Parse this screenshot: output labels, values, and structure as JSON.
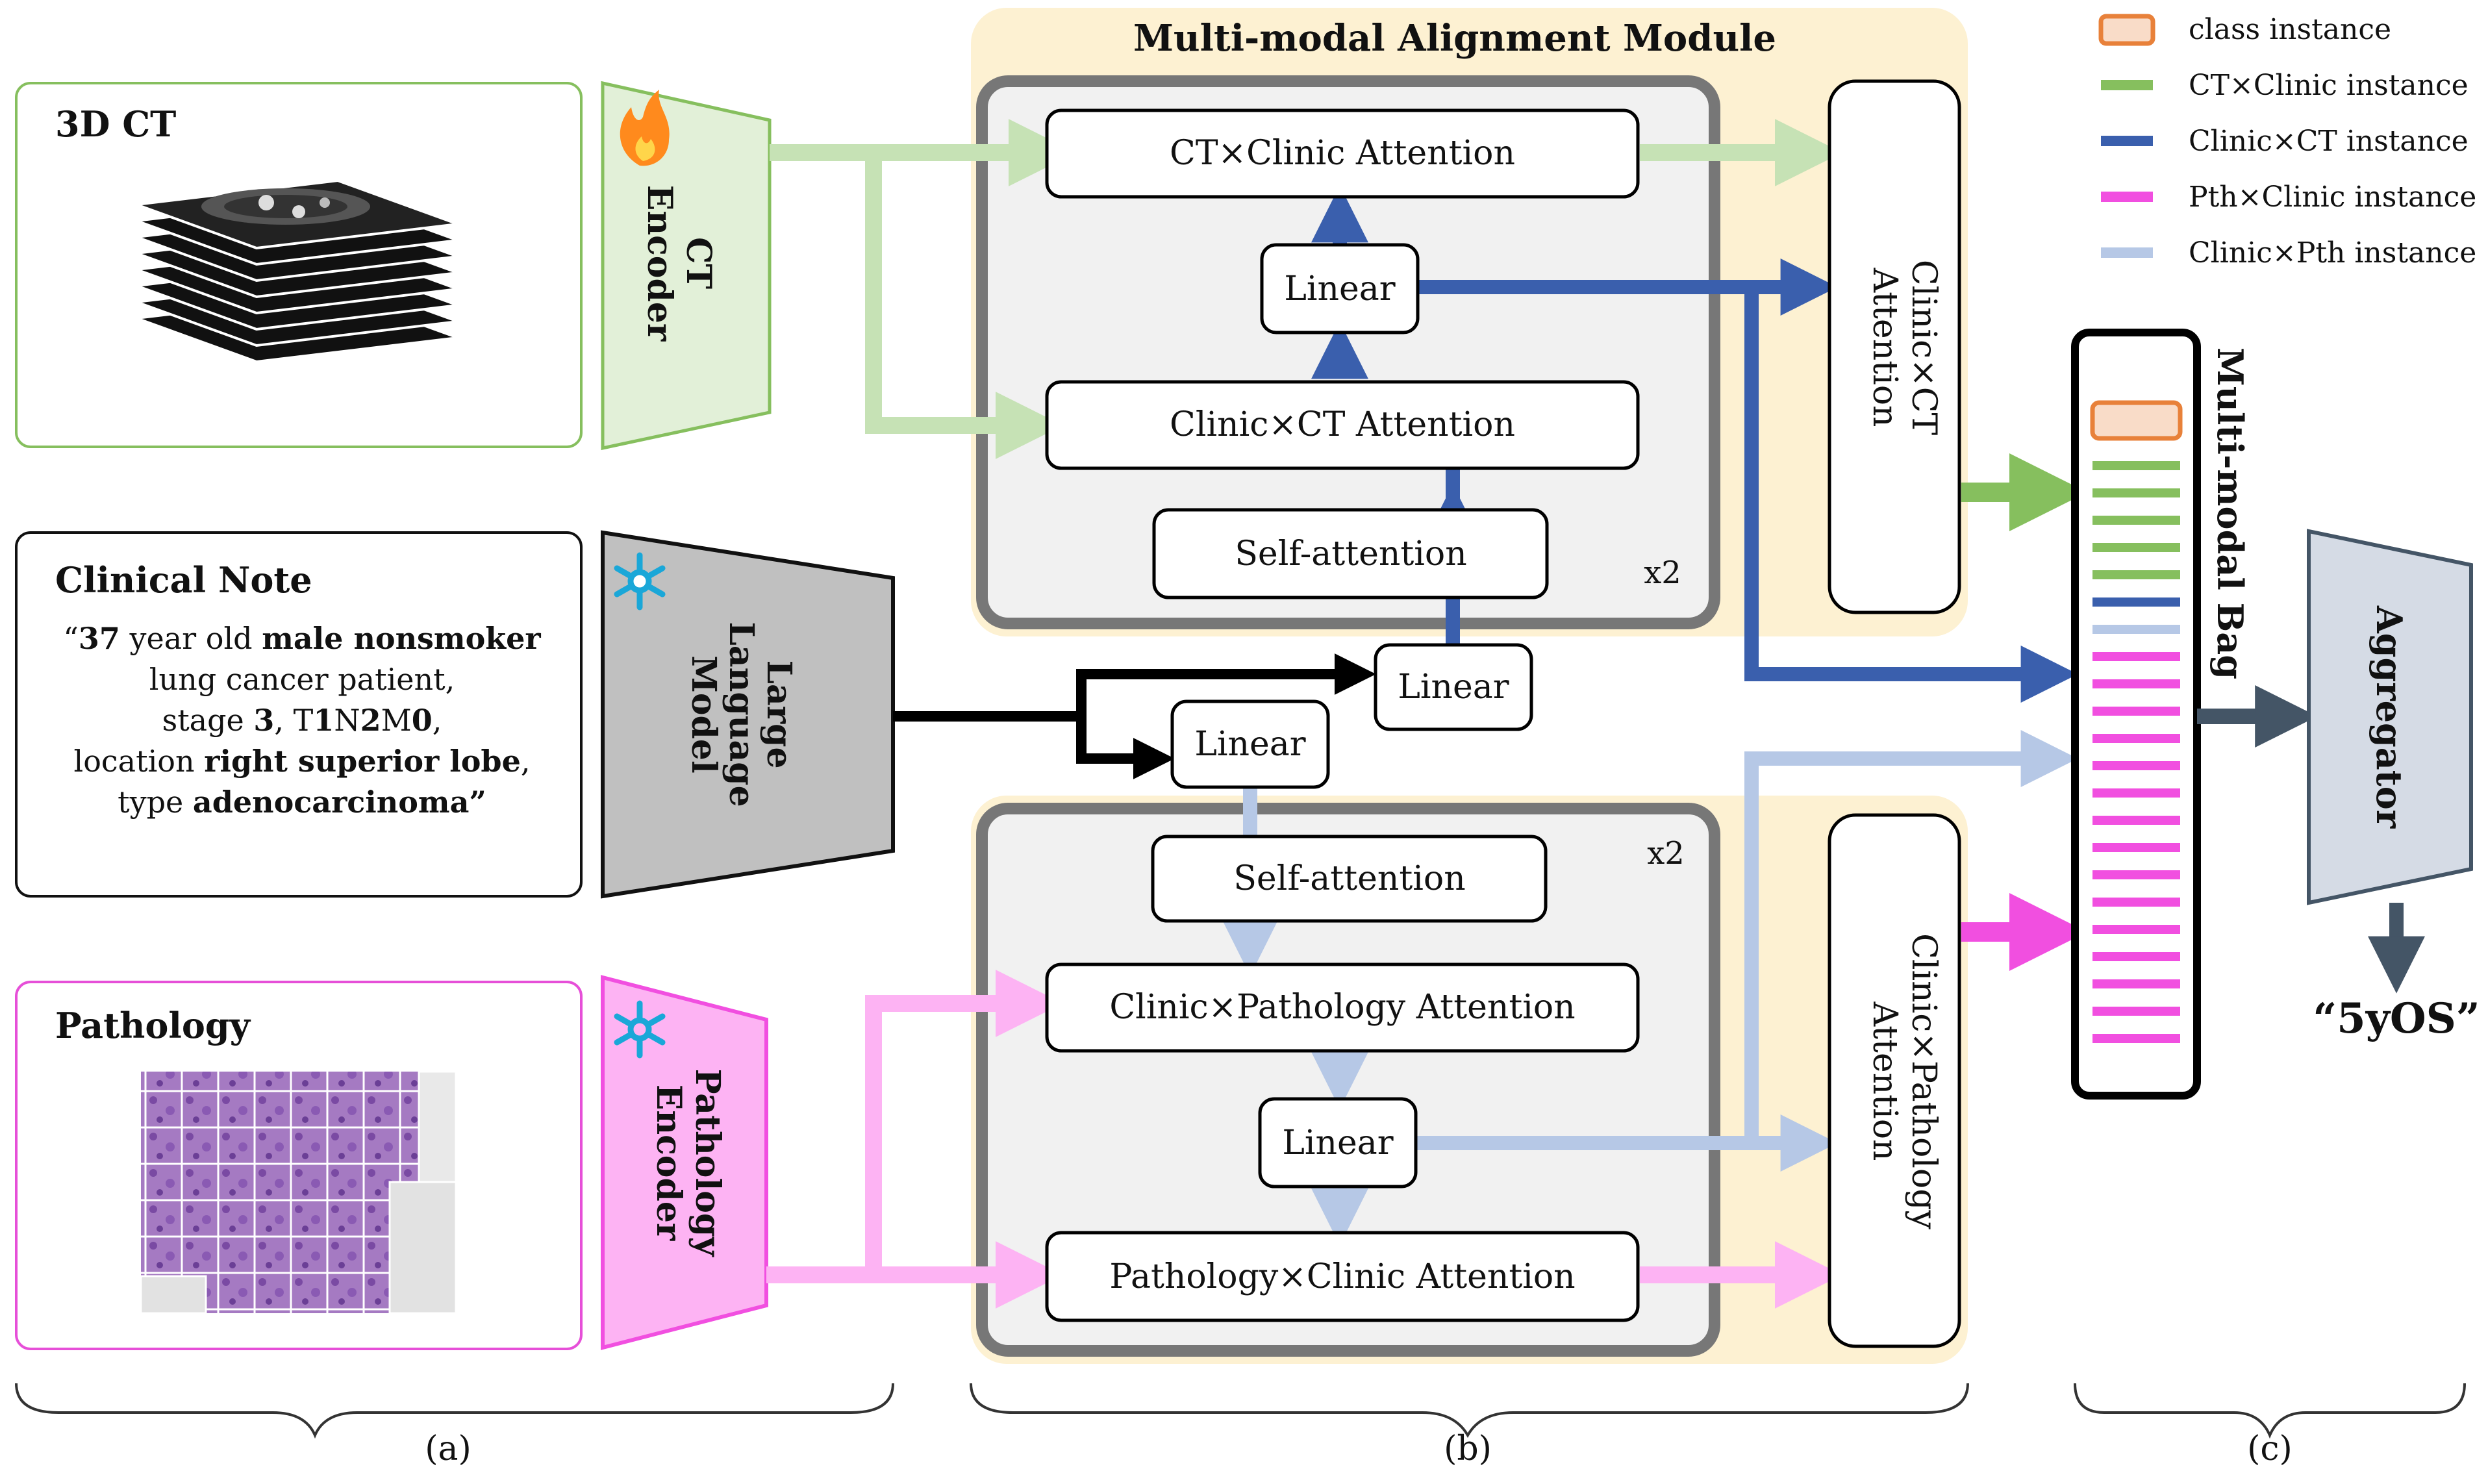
{
  "titles": {
    "alignment_module": "Multi-modal Alignment Module",
    "multimodal_bag": "Multi-modal Bag"
  },
  "inputs": {
    "ct": {
      "title": "3D CT"
    },
    "clinical": {
      "title": "Clinical Note",
      "note_lines": [
        [
          "“",
          "37",
          " year old ",
          "male nonsmoker"
        ],
        [
          "lung cancer patient,"
        ],
        [
          "stage ",
          "3",
          ", T",
          "1",
          "N",
          "2",
          "M",
          "0",
          ","
        ],
        [
          "location ",
          "right superior lobe",
          ","
        ],
        [
          "type ",
          "adenocarcinoma",
          "”"
        ]
      ]
    },
    "pathology": {
      "title": "Pathology"
    }
  },
  "encoders": {
    "ct_l1": "CT",
    "ct_l2": "Encoder",
    "llm_l1": "Large",
    "llm_l2": "Language",
    "llm_l3": "Model",
    "path_l1": "Pathology",
    "path_l2": "Encoder"
  },
  "top_module": {
    "ct_clinic_attention": "CT×Clinic Attention",
    "linear": "Linear",
    "clinic_ct_attention": "Clinic×CT Attention",
    "self_attention": "Self-attention",
    "repeat": "x2"
  },
  "bottom_module": {
    "self_attention": "Self-attention",
    "clinic_path_attention": "Clinic×Pathology Attention",
    "linear": "Linear",
    "path_clinic_attention": "Pathology×Clinic Attention",
    "repeat": "x2"
  },
  "shared_linear": {
    "top": "Linear",
    "bottom": "Linear"
  },
  "side_attention": {
    "top_l1": "Clinic×CT",
    "top_l2": "Attention",
    "bottom_l1": "Clinic×Pathology",
    "bottom_l2": "Attention"
  },
  "aggregator": {
    "label": "Aggregator",
    "output": "“5yOS”"
  },
  "legend": [
    {
      "label": "class instance",
      "color": "#f9dcc8",
      "border": "#e8813a",
      "kind": "box"
    },
    {
      "label": "CT×Clinic instance",
      "color": "#86bf5e",
      "kind": "line"
    },
    {
      "label": "Clinic×CT instance",
      "color": "#3a5fad",
      "kind": "line"
    },
    {
      "label": "Pth×Clinic instance",
      "color": "#f14fe0",
      "kind": "line"
    },
    {
      "label": "Clinic×Pth instance",
      "color": "#b6c8e6",
      "kind": "line"
    }
  ],
  "panel_labels": {
    "a": "(a)",
    "b": "(b)",
    "c": "(c)"
  },
  "colors": {
    "ct_green": "#c6e2b5",
    "ct_green_dark": "#86bf5e",
    "clinic_blue": "#3a5fad",
    "pth_pink": "#f14fe0",
    "pth_pink_light": "#fdb3f3",
    "light_blue": "#b6c8e6",
    "module_bg": "#fdf1d2",
    "module_inner": "#f1f1f1"
  }
}
